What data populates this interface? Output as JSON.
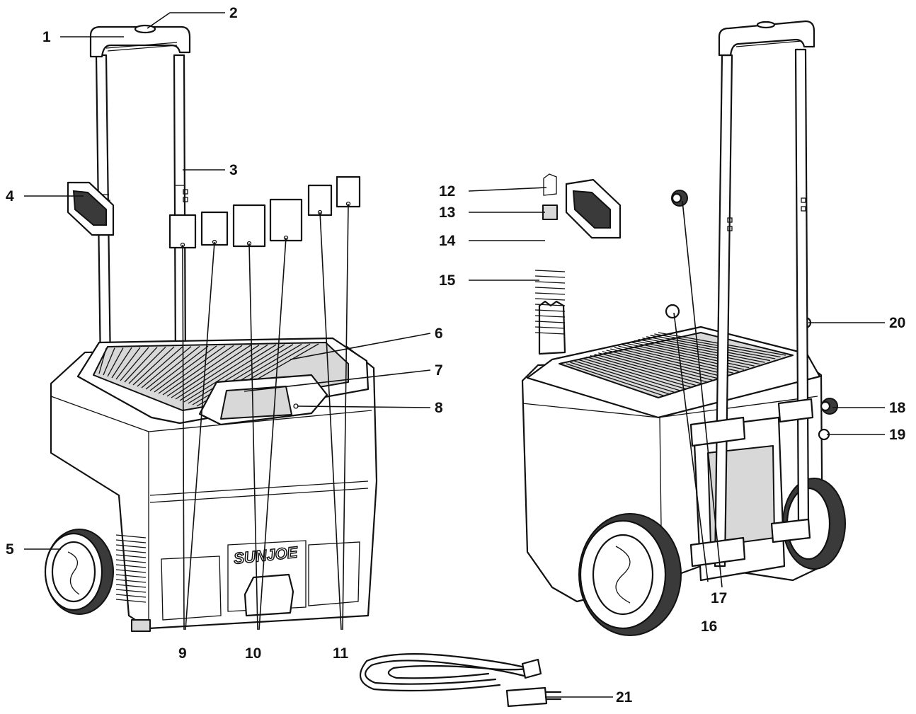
{
  "callouts": [
    {
      "id": "1",
      "label": "1"
    },
    {
      "id": "2",
      "label": "2"
    },
    {
      "id": "3",
      "label": "3"
    },
    {
      "id": "4",
      "label": "4"
    },
    {
      "id": "5",
      "label": "5"
    },
    {
      "id": "6",
      "label": "6"
    },
    {
      "id": "7",
      "label": "7"
    },
    {
      "id": "8",
      "label": "8"
    },
    {
      "id": "9",
      "label": "9"
    },
    {
      "id": "10",
      "label": "10"
    },
    {
      "id": "11",
      "label": "11"
    },
    {
      "id": "12",
      "label": "12"
    },
    {
      "id": "13",
      "label": "13"
    },
    {
      "id": "14",
      "label": "14"
    },
    {
      "id": "15",
      "label": "15"
    },
    {
      "id": "16",
      "label": "16"
    },
    {
      "id": "17",
      "label": "17"
    },
    {
      "id": "18",
      "label": "18"
    },
    {
      "id": "19",
      "label": "19"
    },
    {
      "id": "20",
      "label": "20"
    },
    {
      "id": "21",
      "label": "21"
    }
  ],
  "brand_text": "SUNJOE",
  "colors": {
    "line": "#111111",
    "background": "#ffffff",
    "panel_fill": "#d8d8d8"
  }
}
